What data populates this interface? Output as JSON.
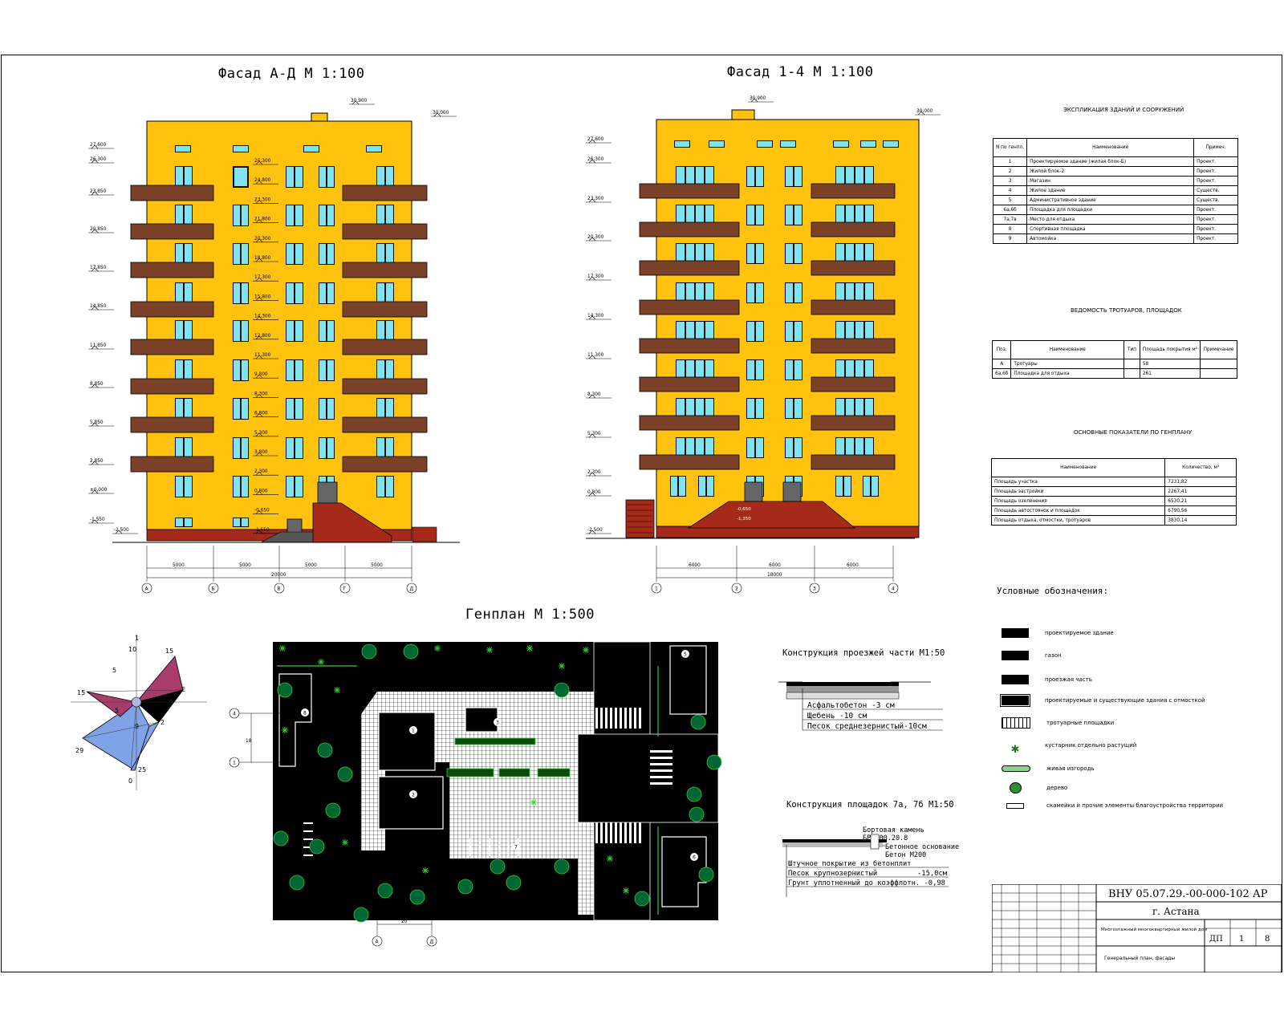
{
  "facade_ad": {
    "title": "Фасад А-Д М 1:100",
    "top_marks": [
      "30,900",
      "30,000"
    ],
    "left_marks": [
      "27,600",
      "26,300",
      "23,850",
      "20,850",
      "17,850",
      "14,850",
      "11,850",
      "8,850",
      "5,850",
      "2,850",
      "±0,000",
      "-1,550",
      "-2,500"
    ],
    "inner_marks": [
      "26,300",
      "24,800",
      "23,300",
      "21,800",
      "20,300",
      "18,800",
      "17,300",
      "15,800",
      "14,300",
      "12,800",
      "11,300",
      "9,800",
      "8,300",
      "6,800",
      "5,300",
      "3,800",
      "2,300",
      "0,800",
      "-0,650",
      "-1,550"
    ],
    "dims": [
      "5000",
      "5000",
      "5000",
      "5000"
    ],
    "total": "20000",
    "axes": [
      "А",
      "Б",
      "В",
      "Г",
      "Д"
    ]
  },
  "facade_14": {
    "title": "Фасад 1-4 М 1:100",
    "top_marks": [
      "30,900",
      "30,000"
    ],
    "left_marks": [
      "27,600",
      "26,300",
      "23,300",
      "20,300",
      "17,300",
      "14,300",
      "11,300",
      "8,300",
      "5,300",
      "2,300",
      "0,800",
      "-2,500"
    ],
    "entrance_marks": [
      "-0,650",
      "-1,350"
    ],
    "dims": [
      "6000",
      "6000",
      "6000"
    ],
    "total": "18000",
    "axes": [
      "1",
      "2",
      "3",
      "4"
    ]
  },
  "genplan": {
    "title": "Генплан М 1:500",
    "axis_left": [
      "4",
      "1"
    ],
    "dim_left": "18",
    "axis_bottom": [
      "А",
      "Д"
    ],
    "dim_bottom": "20",
    "building_labels": [
      "1",
      "2",
      "3",
      "5",
      "6",
      "7",
      "8"
    ]
  },
  "wind_rose": {
    "labels": [
      "1",
      "10",
      "15",
      "E",
      "5",
      "15",
      "5",
      "2",
      "9",
      "29",
      "25",
      "0"
    ]
  },
  "explication": {
    "title": "ЭКСПЛИКАЦИЯ ЗДАНИЙ И СООРУЖЕНИЙ",
    "headers": [
      "N по генпл.",
      "Наименование",
      "Примеч."
    ],
    "rows": [
      [
        "1",
        "Проектируемое здание (жилая блок-Б)",
        "Проект."
      ],
      [
        "2",
        "Жилой блок-2",
        "Проект."
      ],
      [
        "3",
        "Магазин",
        "Проект."
      ],
      [
        "4",
        "Жилое здание",
        "Существ."
      ],
      [
        "5",
        "Административное здание",
        "Существ."
      ],
      [
        "6а,6б",
        "Площадка для площадки",
        "Проект."
      ],
      [
        "7а,7в",
        "Место для отдыха",
        "Проект."
      ],
      [
        "8",
        "Спортивная площадка",
        "Проект."
      ],
      [
        "9",
        "Автомойка",
        "Проект."
      ]
    ]
  },
  "sidewalks": {
    "title": "ВЕДОМОСТЬ ТРОТУАРОВ, ПЛОЩАДОК",
    "headers": [
      "Поз.",
      "Наименование",
      "Тип",
      "Площадь покрытия м²",
      "Примечание"
    ],
    "rows": [
      [
        "А",
        "Тротуары",
        "",
        "58",
        ""
      ],
      [
        "6а,6б",
        "Площадка для отдыха",
        "",
        "261",
        ""
      ]
    ]
  },
  "indicators": {
    "title": "ОСНОВНЫЕ ПОКАЗАТЕЛИ ПО ГЕНПЛАНУ",
    "headers": [
      "Наименование",
      "Количество, м²"
    ],
    "rows": [
      [
        "Площадь участка",
        "7231,82"
      ],
      [
        "Площадь застройки",
        "2267,41"
      ],
      [
        "Площадь озеленения",
        "6530,21"
      ],
      [
        "Площадь автостоянок и площадок",
        "6790,56"
      ],
      [
        "Площадь отдыха, отмостки, тротуаров",
        "3830,14"
      ]
    ]
  },
  "legend": {
    "title": "Условные обозначения:",
    "items": [
      "проектируемое здание",
      "газон",
      "проезжая часть",
      "проектируемые и существующие здания с отмосткой",
      "тротуарные площадки",
      "кустарник отдельно растущий",
      "живая изгородь",
      "дерево",
      "скамейки и прочие элементы благоустройства территории"
    ]
  },
  "road_construction": {
    "title": "Конструкция проезжей части М1:50",
    "layers": [
      "Асфальтобетон -3 см",
      "Щебень -10 см",
      "Песок среднезернистый-10см"
    ]
  },
  "site_construction": {
    "title": "Конструкция площадок 7а, 7б  М1:50",
    "curb": [
      "Бортовая камень",
      "БР 100.20.8"
    ],
    "base": [
      "Бетонное основание",
      "Бетон М200"
    ],
    "layers": [
      "Штучное покрытие из бетонплит",
      "Песок крупнозернистый",
      "Грунт уплотненный до коэффлотн. -0,98"
    ],
    "layer_values": [
      "",
      "-15,0см",
      ""
    ]
  },
  "stamp": {
    "code": "ВНУ 05.07.29.-00-000-102 АР",
    "city": "г. Астана",
    "object": "Многоэтажный многоквартирный жилой дом",
    "sheet_name": "Генеральный план, фасады",
    "stage": "ДП",
    "sheet": "1",
    "sheets": "8"
  },
  "colors": {
    "wall": "#FFC20E",
    "wall_light": "#FFD13A",
    "balcony": "#7A4128",
    "plinth": "#A52A1A",
    "window": "#7FE3F2",
    "roof_accent": "#FFB000",
    "rose_fill": "#A93C6B",
    "rose_blue": "#7FA3E6"
  }
}
